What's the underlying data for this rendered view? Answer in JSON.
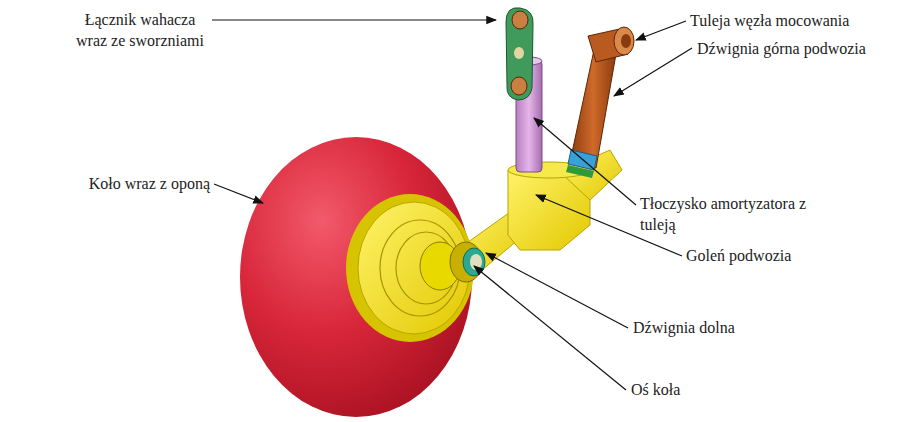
{
  "diagram": {
    "labels": [
      "Łącznik wahacza wraz ze sworzniami",
      "Tuleja węzła mocowania",
      "Koło wraz z oponą",
      "Dźwignia górna podwozia",
      "Tłoczysko amortyzatora z tuleją",
      "Goleń podwozia",
      "Dźwignia dolna",
      "Oś koła"
    ]
  }
}
